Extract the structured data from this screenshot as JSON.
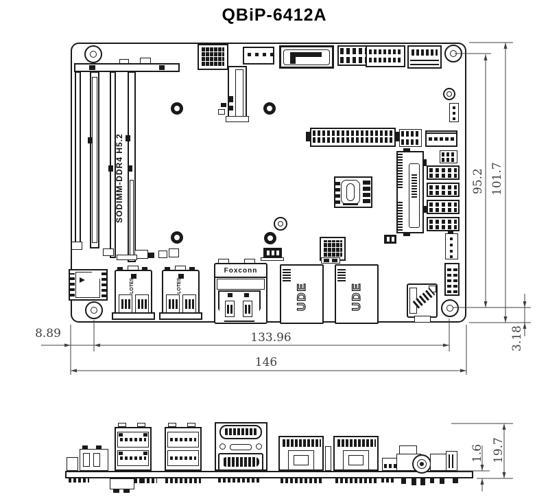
{
  "title": "QBiP-6412A",
  "colors": {
    "line": "#1a1a1a",
    "dimension": "#3f3f3f",
    "background": "#ffffff"
  },
  "top_view": {
    "sodimm_label": "SODIMM-DDR4 H5.2",
    "usb_connector_label": "LOTES",
    "hdmi_connector_label": "Foxconn",
    "lan_connector_label": "UDE",
    "dims": {
      "left_edge_to_hole": "8.89",
      "hole_to_hole_width": "133.96",
      "board_width": "146",
      "hole_to_bottom_edge": "3.18",
      "hole_to_hole_height": "95.2",
      "board_height": "101.7"
    }
  },
  "side_view": {
    "dims": {
      "pcb_thickness": "1.6",
      "overall_height": "19.7"
    }
  }
}
